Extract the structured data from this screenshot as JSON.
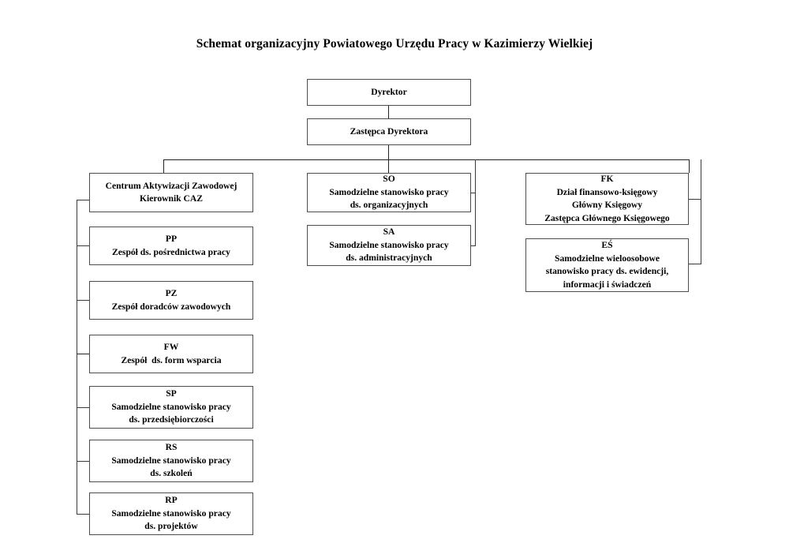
{
  "title": "Schemat organizacyjny Powiatowego Urzędu Pracy w Kazimierzy Wielkiej",
  "nodes": {
    "dyrektor": {
      "lines": [
        "Dyrektor"
      ]
    },
    "zastepca": {
      "lines": [
        "Zastępca Dyrektora"
      ]
    },
    "caz": {
      "lines": [
        "Centrum Aktywizacji Zawodowej",
        "Kierownik CAZ"
      ]
    },
    "pp": {
      "lines": [
        "PP",
        "Zespół ds. pośrednictwa pracy"
      ]
    },
    "pz": {
      "lines": [
        "PZ",
        "Zespół doradców zawodowych"
      ]
    },
    "fw": {
      "lines": [
        "FW",
        "Zespół  ds. form wsparcia"
      ]
    },
    "sp": {
      "lines": [
        "SP",
        "Samodzielne stanowisko pracy",
        "ds. przedsiębiorczości"
      ]
    },
    "rs": {
      "lines": [
        "RS",
        "Samodzielne stanowisko pracy",
        "ds. szkoleń"
      ]
    },
    "rp": {
      "lines": [
        "RP",
        "Samodzielne stanowisko pracy",
        "ds. projektów"
      ]
    },
    "so": {
      "lines": [
        "SO",
        "Samodzielne stanowisko pracy",
        "ds. organizacyjnych"
      ]
    },
    "sa": {
      "lines": [
        "SA",
        "Samodzielne stanowisko pracy",
        "ds. administracyjnych"
      ]
    },
    "fk": {
      "lines": [
        "FK",
        "Dział finansowo-księgowy",
        "Główny Księgowy",
        "Zastępca Głównego Księgowego"
      ]
    },
    "es": {
      "lines": [
        "EŚ",
        "Samodzielne wieloosobowe",
        "stanowisko pracy ds. ewidencji,",
        "informacji i świadczeń"
      ]
    }
  },
  "colors": {
    "background": "#ffffff",
    "text": "#000000",
    "box_border": "#4d4d4d",
    "connector": "#3a3a3a"
  }
}
